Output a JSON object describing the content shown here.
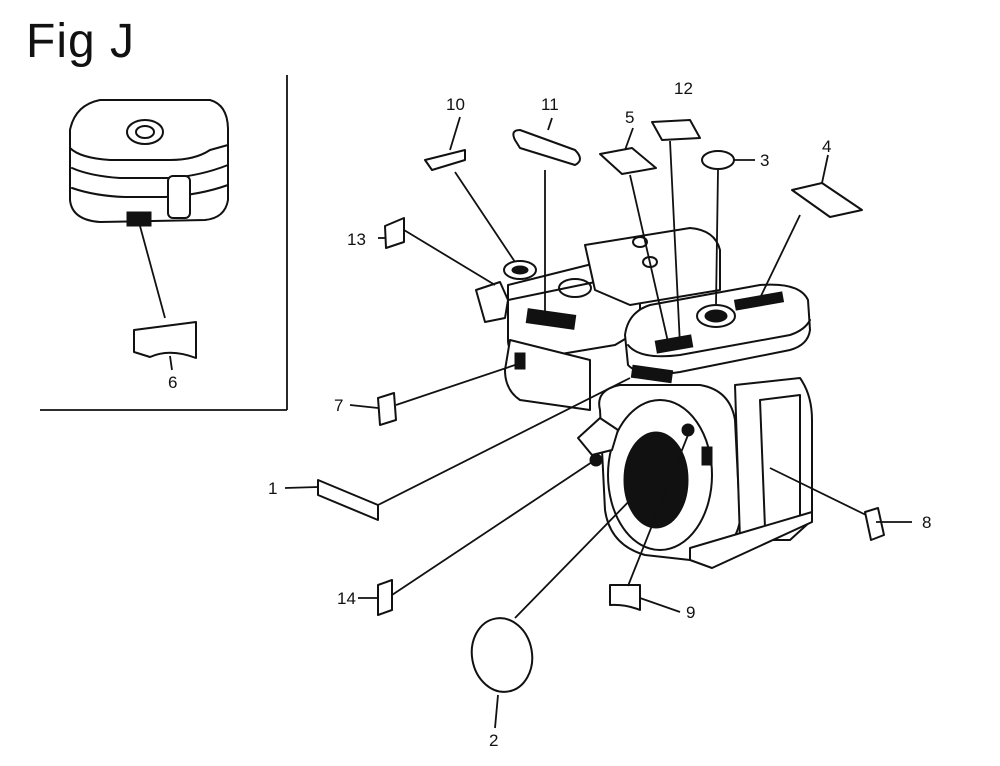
{
  "figure": {
    "title": "Fig J"
  },
  "callouts": [
    {
      "id": "c1",
      "label": "1"
    },
    {
      "id": "c2",
      "label": "2"
    },
    {
      "id": "c3",
      "label": "3"
    },
    {
      "id": "c4",
      "label": "4"
    },
    {
      "id": "c5",
      "label": "5"
    },
    {
      "id": "c6",
      "label": "6"
    },
    {
      "id": "c7",
      "label": "7"
    },
    {
      "id": "c8",
      "label": "8"
    },
    {
      "id": "c9",
      "label": "9"
    },
    {
      "id": "c10",
      "label": "10"
    },
    {
      "id": "c11",
      "label": "11"
    },
    {
      "id": "c12",
      "label": "12"
    },
    {
      "id": "c13",
      "label": "13"
    },
    {
      "id": "c14",
      "label": "14"
    }
  ]
}
